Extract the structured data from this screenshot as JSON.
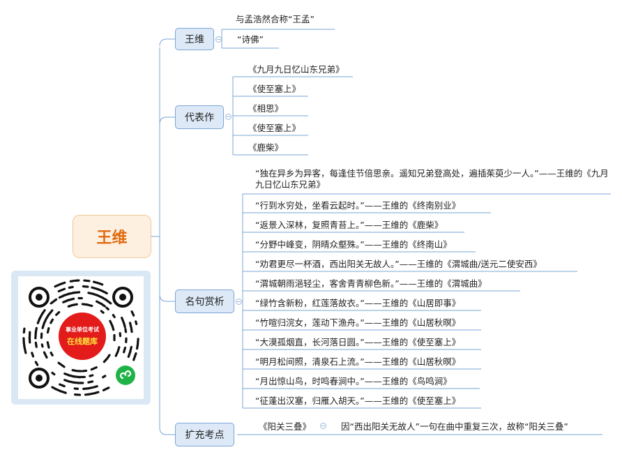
{
  "root": {
    "label": "王维"
  },
  "branches": [
    {
      "label": "王维",
      "leaves": [
        "与孟浩然合称“王孟”",
        "“诗佛”"
      ]
    },
    {
      "label": "代表作",
      "leaves": [
        "《九月九日忆山东兄弟》",
        "《使至塞上》",
        "《相思》",
        "《使至塞上》",
        "《鹿柴》"
      ]
    },
    {
      "label": "名句赏析",
      "leaves": [
        "“独在异乡为异客，每逢佳节倍思亲。遥知兄弟登高处，遍插茱萸少一人。”——王维的《九月九日忆山东兄弟》",
        "“行到水穷处，坐看云起时。”——王维的《终南别业》",
        "“返景入深林，复照青苔上。”——王维的《鹿柴》",
        "“分野中峰变，阴晴众壑殊。”——王维的《终南山》",
        "“劝君更尽一杯酒，西出阳关无故人。”——王维的《渭城曲/送元二使安西》",
        "“渭城朝雨浥轻尘，客舍青青柳色新。”——王维的《渭城曲》",
        "“绿竹含新粉，红莲落故衣。”——王维的《山居即事》",
        "“竹喧归浣女，莲动下渔舟。”——王维的《山居秋暝》",
        "“大漠孤烟直，长河落日圆。”——王维的《使至塞上》",
        "“明月松间照，清泉石上流。”——王维的《山居秋暝》",
        "“月出惊山鸟，时鸣春涧中。”——王维的《鸟鸣涧》",
        "“征蓬出汉塞，归雁入胡天。”——王维的《使至塞上》"
      ]
    },
    {
      "label": "扩充考点",
      "leaves": [
        "《阳关三叠》",
        "因“西出阳关无故人”一句在曲中重复三次，故称“阳关三叠”"
      ]
    }
  ],
  "qr": {
    "line1": "事业单位考试",
    "line2": "在线题库"
  },
  "colors": {
    "line": "#7aa6d6",
    "root_text": "#e06a10",
    "badge": "#e31b1b",
    "mini_logo": "#1fb347"
  }
}
